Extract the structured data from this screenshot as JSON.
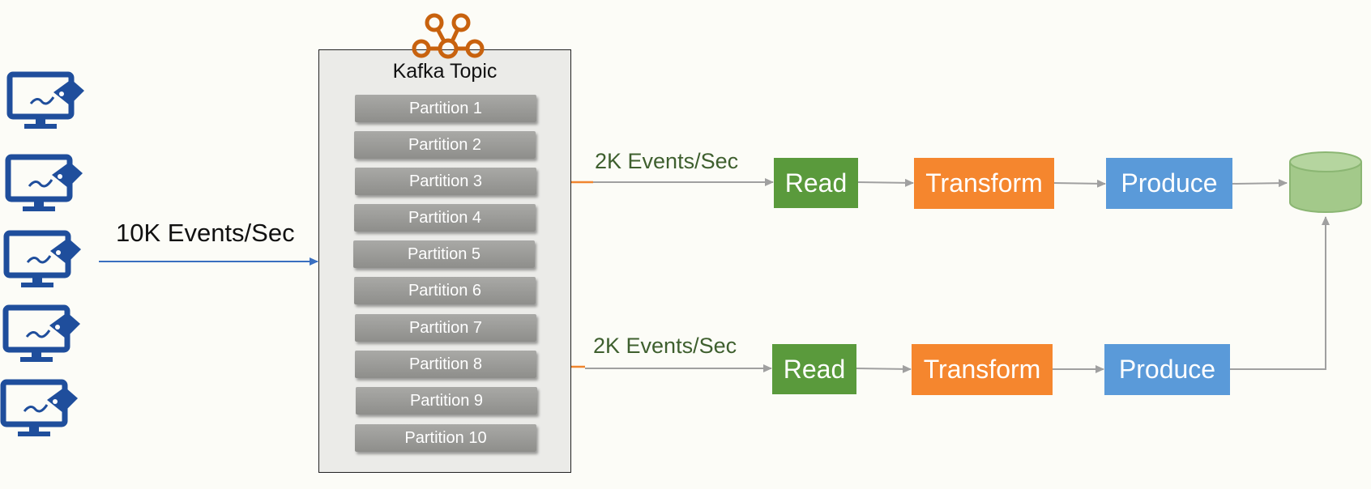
{
  "topic": {
    "title": "Kafka Topic",
    "partitions": [
      "Partition 1",
      "Partition 2",
      "Partition 3",
      "Partition 4",
      "Partition 5",
      "Partition 6",
      "Partition 7",
      "Partition 8",
      "Partition 9",
      "Partition 10"
    ]
  },
  "ingest": {
    "rate_label": "10K Events/Sec"
  },
  "pipelines": [
    {
      "rate_label": "2K Events/Sec",
      "steps": [
        "Read",
        "Transform",
        "Produce"
      ]
    },
    {
      "rate_label": "2K Events/Sec",
      "steps": [
        "Read",
        "Transform",
        "Produce"
      ]
    }
  ],
  "icons": {
    "source": "monitor-tag-icon",
    "broker": "kafka-logo-icon",
    "sink": "database-icon"
  },
  "colors": {
    "device": "#1f4e9c",
    "kafka_logo": "#c8620e",
    "bracket": "#f0852f",
    "read": "#5a9a3c",
    "transform": "#f5862e",
    "produce": "#5a9ad9",
    "database": "#a3c98a",
    "rate_text": "#3e5f2e",
    "ingest_arrow": "#3a6fc0",
    "arrow": "#a0a0a0"
  }
}
